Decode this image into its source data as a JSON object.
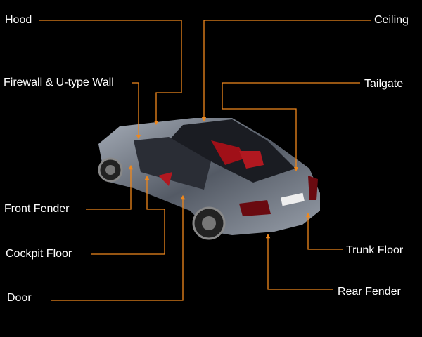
{
  "labels": {
    "hood": "Hood",
    "firewall": "Firewall & U-type Wall",
    "front_fender": "Front Fender",
    "cockpit_floor": "Cockpit Floor",
    "door": "Door",
    "ceiling": "Ceiling",
    "tailgate": "Tailgate",
    "trunk_floor": "Trunk Floor",
    "rear_fender": "Rear Fender"
  },
  "colors": {
    "leader": "#f0881c",
    "background": "#000000",
    "text": "#ffffff"
  }
}
